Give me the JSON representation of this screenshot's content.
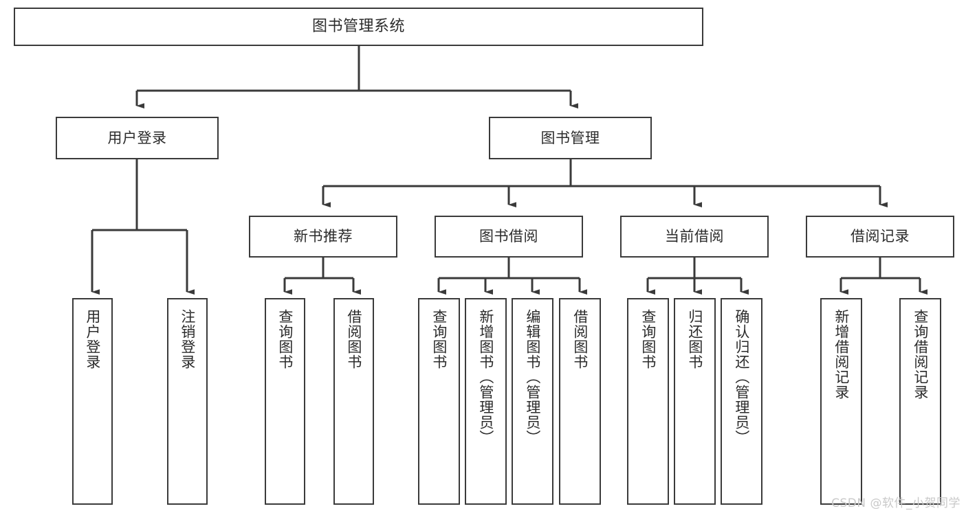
{
  "diagram": {
    "type": "tree-hierarchy",
    "title": "图书管理系统",
    "root": {
      "label": "图书管理系统"
    },
    "level2": [
      {
        "label": "用户登录"
      },
      {
        "label": "图书管理"
      }
    ],
    "level3": [
      {
        "label": "新书推荐"
      },
      {
        "label": "图书借阅"
      },
      {
        "label": "当前借阅"
      },
      {
        "label": "借阅记录"
      }
    ],
    "leaves": {
      "user_login": [
        {
          "label": "用户登录"
        },
        {
          "label": "注销登录"
        }
      ],
      "new_book_recommend": [
        {
          "label": "查询图书"
        },
        {
          "label": "借阅图书"
        }
      ],
      "book_borrow": [
        {
          "label": "查询图书"
        },
        {
          "label": "新增图书（管理员）"
        },
        {
          "label": "编辑图书（管理员）"
        },
        {
          "label": "借阅图书"
        }
      ],
      "current_borrow": [
        {
          "label": "查询图书"
        },
        {
          "label": "归还图书"
        },
        {
          "label": "确认归还（管理员）"
        }
      ],
      "borrow_record": [
        {
          "label": "新增借阅记录"
        },
        {
          "label": "查询借阅记录"
        }
      ]
    },
    "watermark": "CSDN @软件_小贺同学",
    "colors": {
      "box_border": "#3a3a3a",
      "box_fill": "#ffffff",
      "connector": "#3a3a3a",
      "text": "#2b2b2b",
      "watermark": "#c9c9c9",
      "background": "#ffffff"
    }
  }
}
